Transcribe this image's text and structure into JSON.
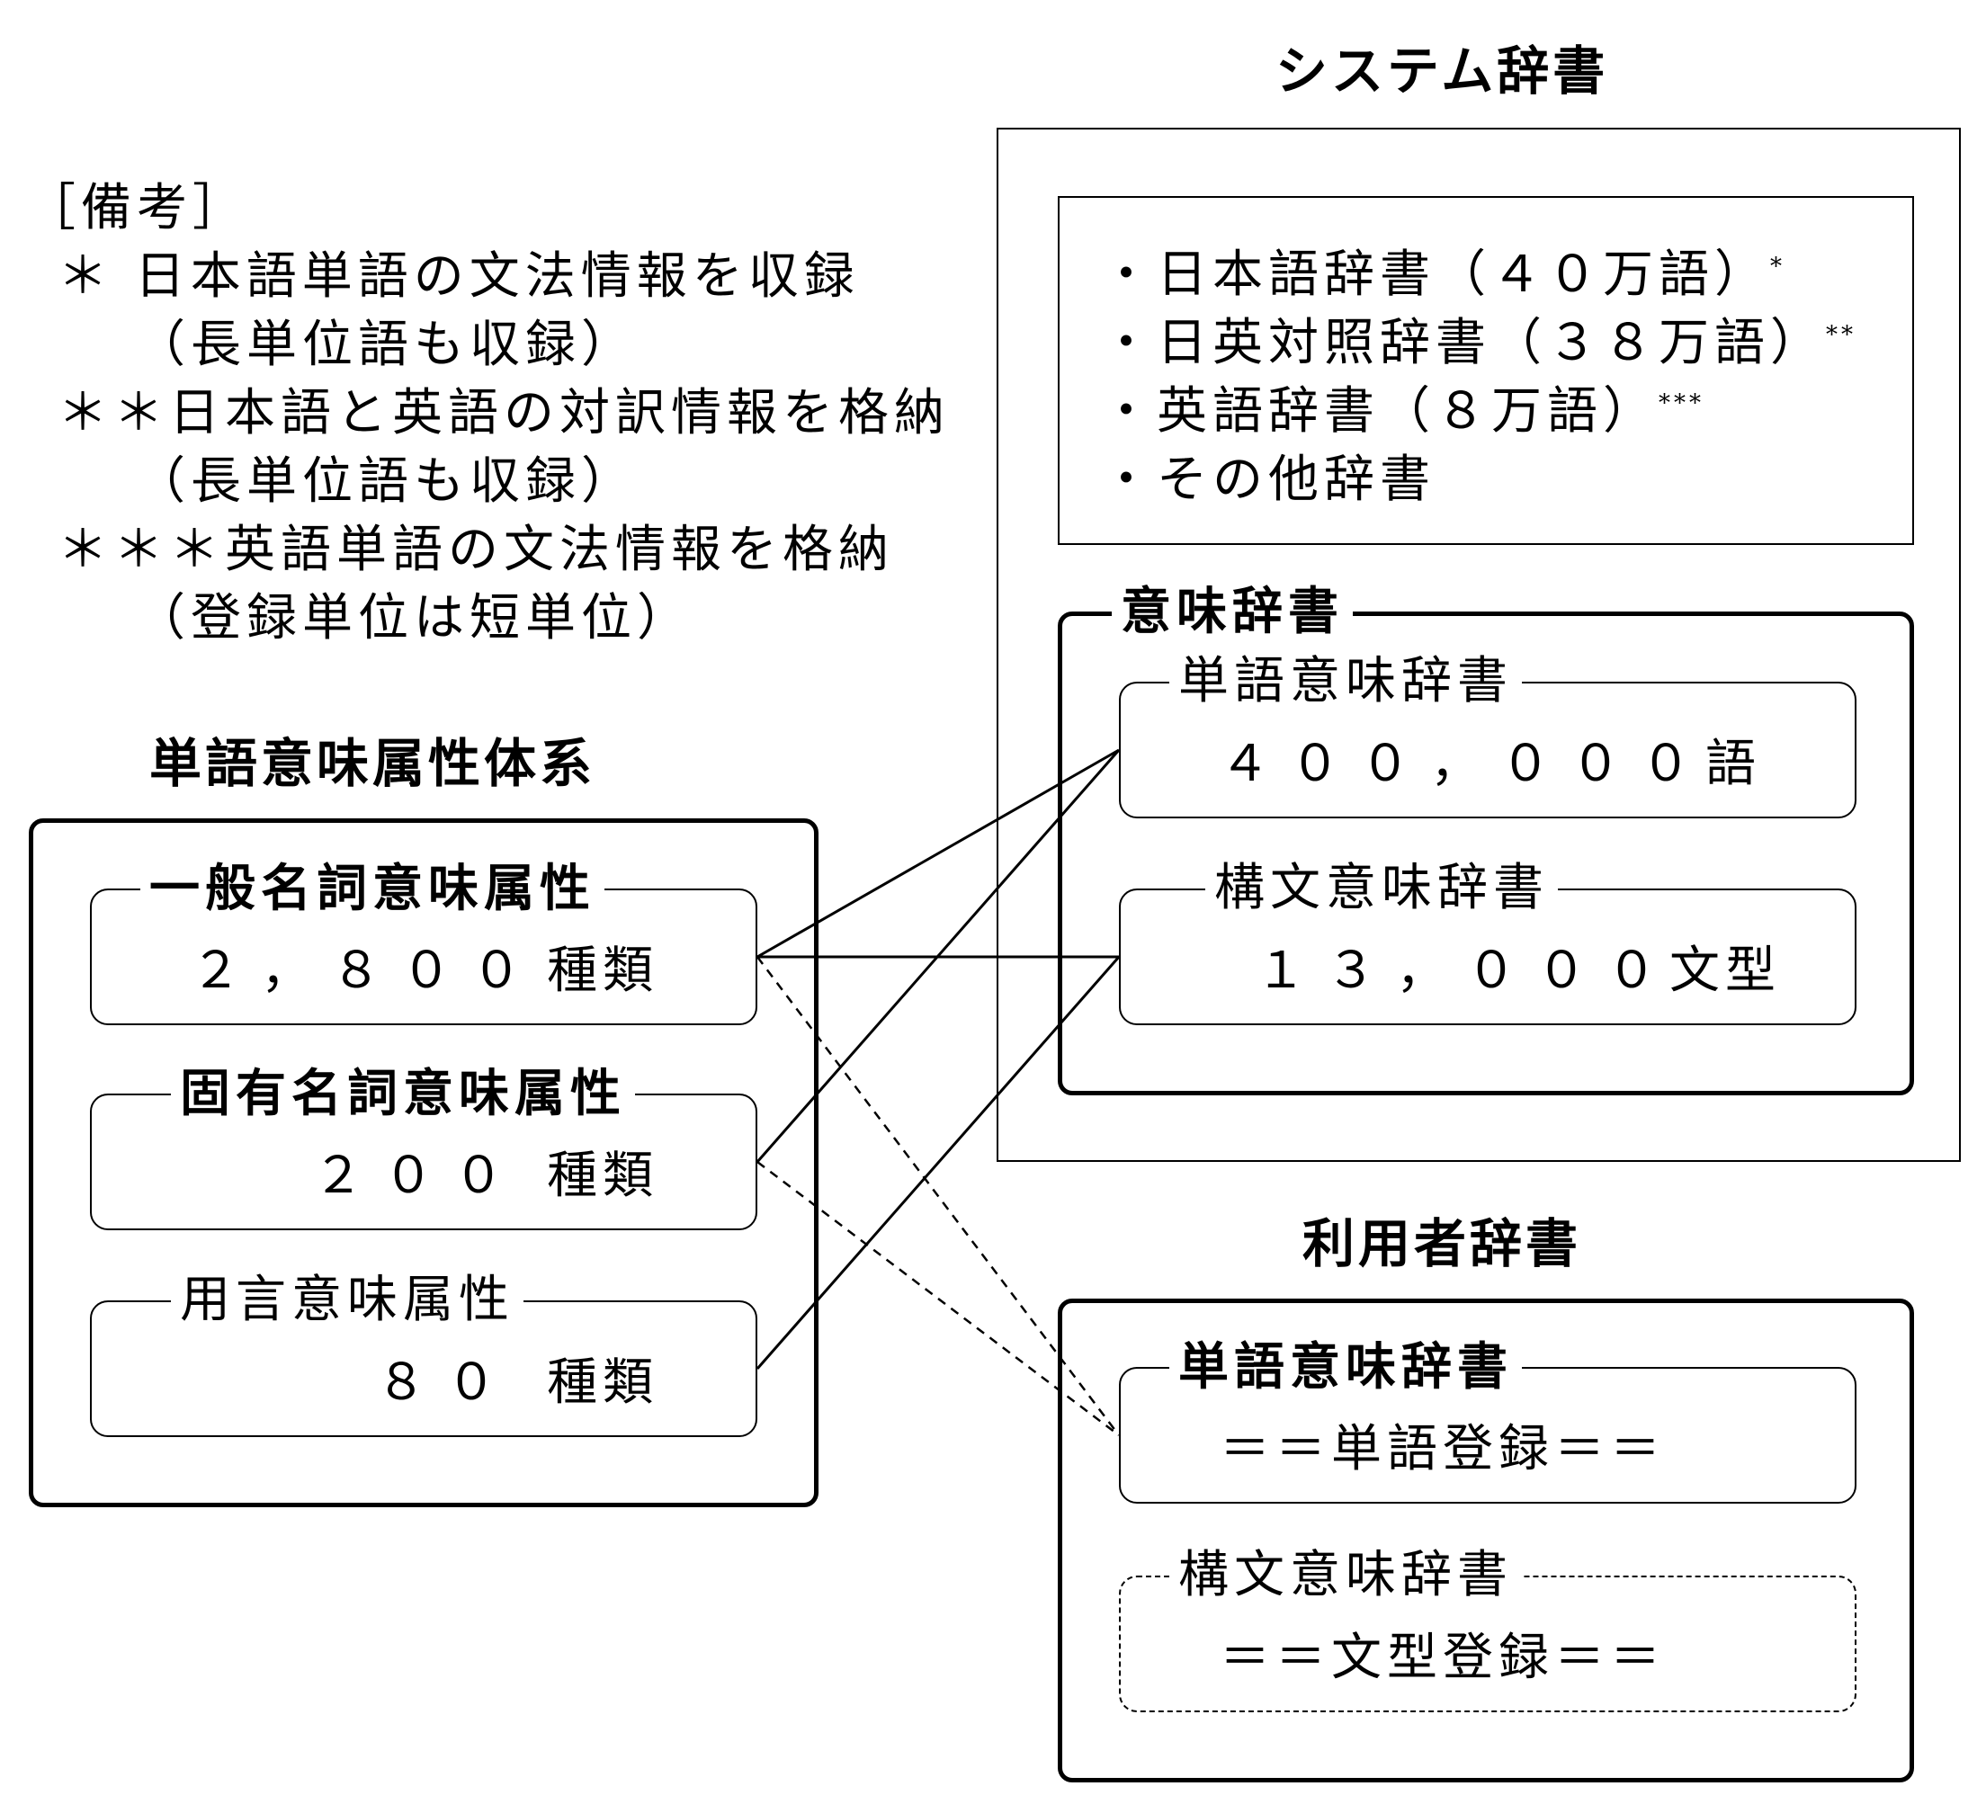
{
  "notes": {
    "heading": "［備考］",
    "lines": [
      "＊ 日本語単語の文法情報を収録",
      "（長単位語も収録）",
      "＊＊日本語と英語の対訳情報を格納",
      "（長単位語も収録）",
      "＊＊＊英語単語の文法情報を格納",
      "（登録単位は短単位）"
    ]
  },
  "system_dictionary": {
    "title": "システム辞書",
    "items": [
      {
        "text": "・日本語辞書（４０万語）",
        "mark": "*"
      },
      {
        "text": "・日英対照辞書（３８万語）",
        "mark": "**"
      },
      {
        "text": "・英語辞書（８万語）",
        "mark": "***"
      },
      {
        "text": "・その他辞書",
        "mark": ""
      }
    ],
    "semantic": {
      "title": "意味辞書",
      "word": {
        "title": "単語意味辞書",
        "value": "４００，０００",
        "unit": "語"
      },
      "construction": {
        "title": "構文意味辞書",
        "value": "１３，０００",
        "unit": "文型"
      }
    }
  },
  "attribute_system": {
    "title": "単語意味属性体系",
    "general": {
      "title": "一般名詞意味属性",
      "value": "２，８００",
      "unit": "種類"
    },
    "proper": {
      "title": "固有名詞意味属性",
      "value": "２００",
      "unit": "種類"
    },
    "predicate": {
      "title": "用言意味属性",
      "value": "８０",
      "unit": "種類"
    }
  },
  "user_dictionary": {
    "title": "利用者辞書",
    "word": {
      "title": "単語意味辞書",
      "content": "＝＝単語登録＝＝"
    },
    "construction": {
      "title": "構文意味辞書",
      "content": "＝＝文型登録＝＝"
    }
  }
}
